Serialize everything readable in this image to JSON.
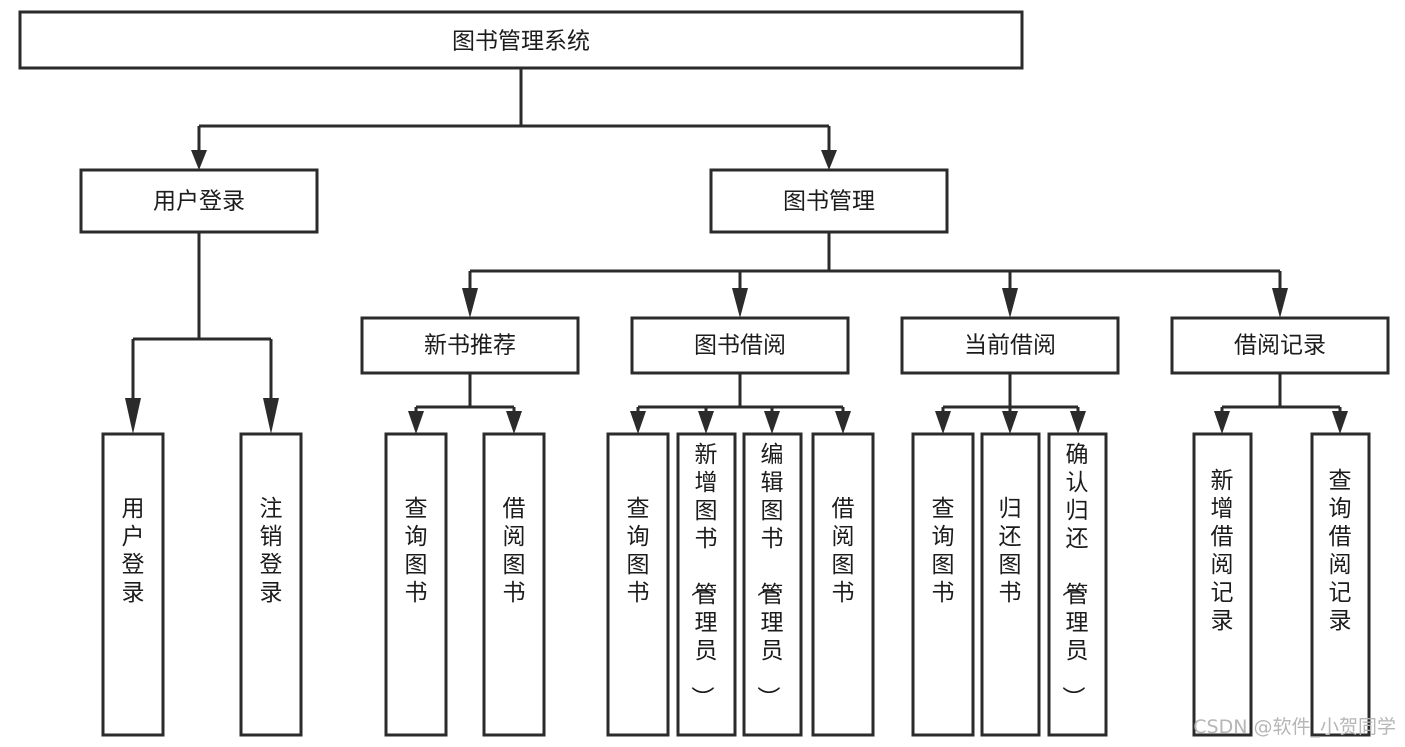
{
  "diagram": {
    "title": "图书管理系统",
    "kind": "功能结构图",
    "line_color": "#2b2b2b",
    "box_fill": "#ffffff",
    "text_color": "#1c1c1c",
    "background": "#ffffff"
  },
  "root": {
    "label": "图书管理系统"
  },
  "level2": [
    {
      "label": "用户登录"
    },
    {
      "label": "图书管理"
    }
  ],
  "level3": [
    {
      "label": "新书推荐"
    },
    {
      "label": "图书借阅"
    },
    {
      "label": "当前借阅"
    },
    {
      "label": "借阅记录"
    }
  ],
  "leaves": {
    "user_login": [
      {
        "label": "用户登录"
      },
      {
        "label": "注销登录"
      }
    ],
    "new_book_recommend": [
      {
        "label": "查询图书"
      },
      {
        "label": "借阅图书"
      }
    ],
    "book_borrow": [
      {
        "label": "查询图书"
      },
      {
        "label": "新增图书（管理员）"
      },
      {
        "label": "编辑图书（管理员）"
      },
      {
        "label": "借阅图书"
      }
    ],
    "current_borrow": [
      {
        "label": "查询图书"
      },
      {
        "label": "归还图书"
      },
      {
        "label": "确认归还（管理员）"
      }
    ],
    "borrow_record": [
      {
        "label": "新增借阅记录"
      },
      {
        "label": "查询借阅记录"
      }
    ]
  },
  "watermark": {
    "text": "CSDN @软件_小贺同学",
    "color": "#b6b6b6"
  }
}
